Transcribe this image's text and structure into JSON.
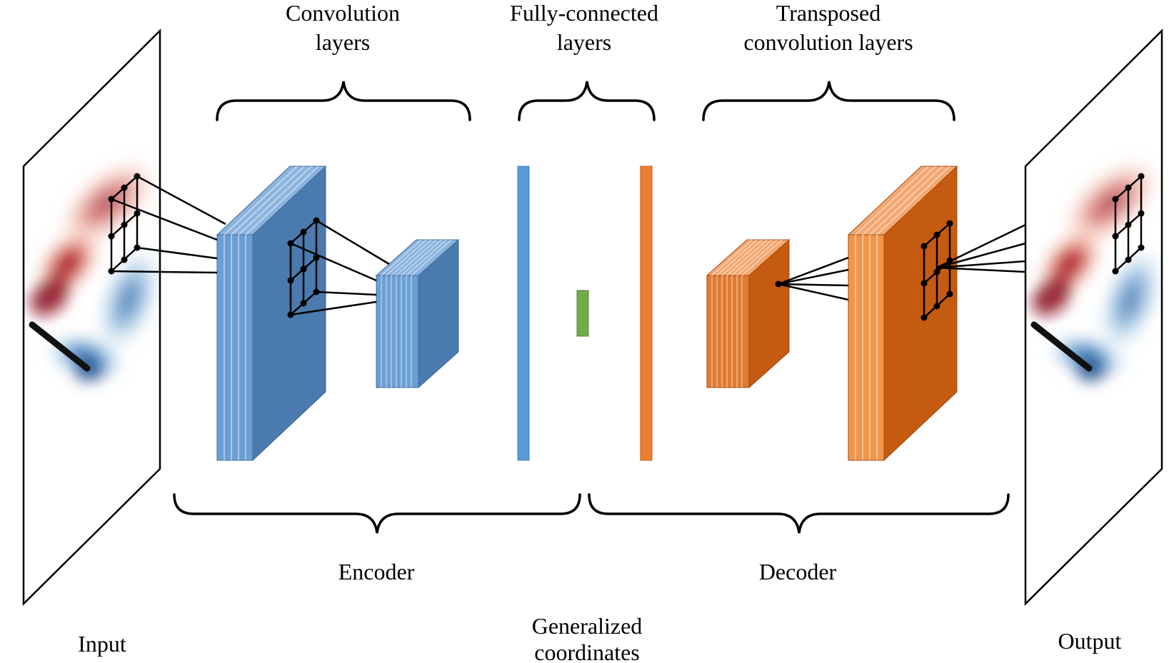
{
  "labels": {
    "conv_line1": "Convolution",
    "conv_line2": "layers",
    "fc_line1": "Fully-connected",
    "fc_line2": "layers",
    "tconv_line1": "Transposed",
    "tconv_line2": "convolution layers",
    "encoder": "Encoder",
    "decoder": "Decoder",
    "gen_line1": "Generalized",
    "gen_line2": "coordinates",
    "input": "Input",
    "output": "Output"
  },
  "colors": {
    "encoder_blue": "#4a7aae",
    "encoder_blue_light": "#6b9fd4",
    "fc_blue": "#5b9bd5",
    "latent_green": "#70ad47",
    "decoder_orange": "#c55a11",
    "decoder_orange_light": "#f0954a",
    "fc_orange": "#ed7d31",
    "field_red": "#b2182b",
    "field_blue": "#2166ac"
  }
}
